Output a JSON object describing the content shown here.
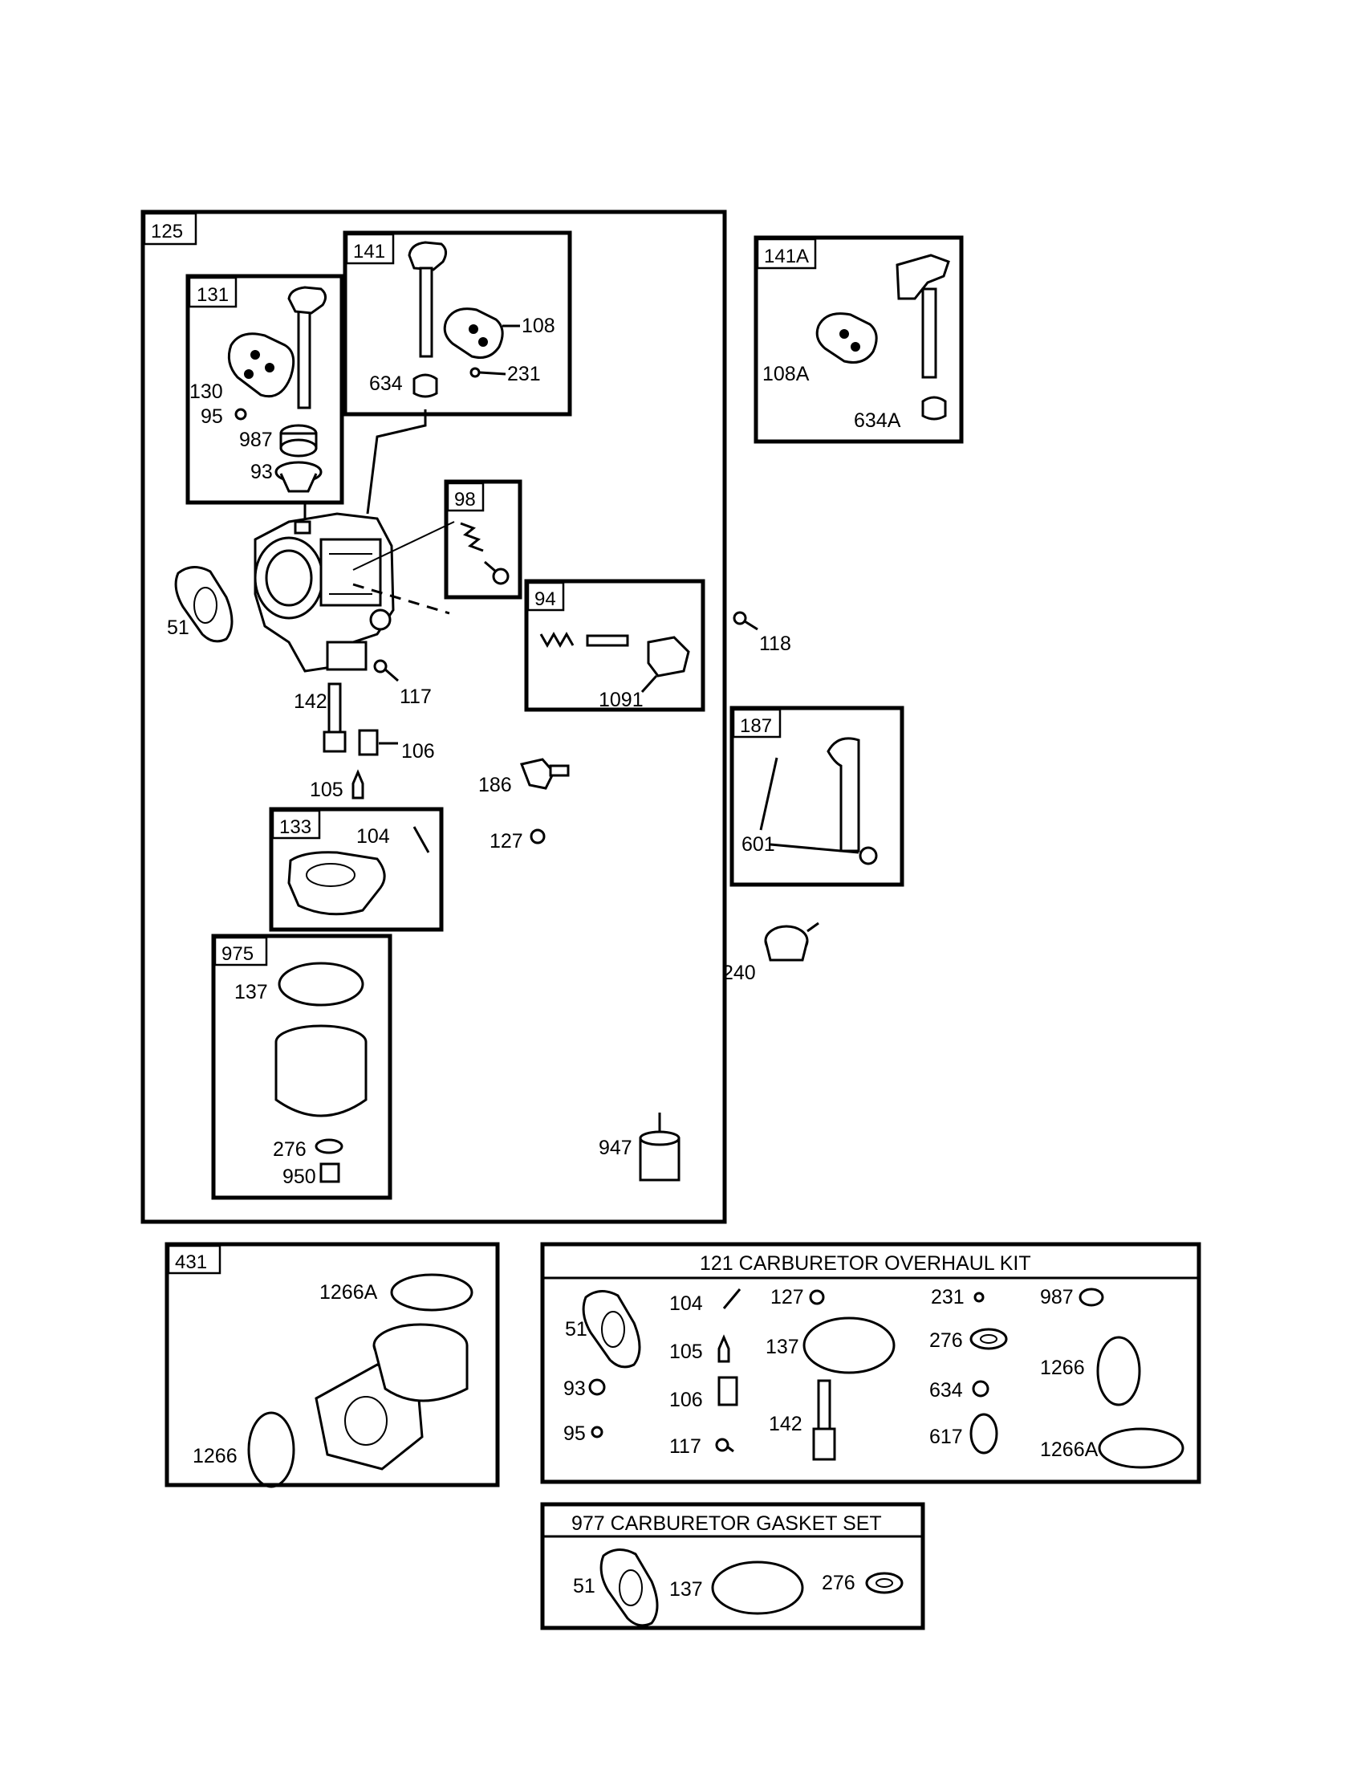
{
  "panels": {
    "main": {
      "tag": "125"
    },
    "sub131": {
      "tag": "131"
    },
    "sub141": {
      "tag": "141"
    },
    "sub141a": {
      "tag": "141A"
    },
    "sub98": {
      "tag": "98"
    },
    "sub94": {
      "tag": "94"
    },
    "sub133": {
      "tag": "133"
    },
    "sub975": {
      "tag": "975"
    },
    "sub187": {
      "tag": "187"
    },
    "sub431": {
      "tag": "431"
    },
    "kit121": {
      "title": "121 CARBURETOR OVERHAUL KIT"
    },
    "set977": {
      "title": "977 CARBURETOR GASKET SET"
    }
  },
  "labels": {
    "p108": "108",
    "p231": "231",
    "p634": "634",
    "p130": "130",
    "p95": "95",
    "p987": "987",
    "p93": "93",
    "p108a": "108A",
    "p634a": "634A",
    "p51": "51",
    "p118": "118",
    "p117": "117",
    "p1091": "1091",
    "p142": "142",
    "p106": "106",
    "p105": "105",
    "p186": "186",
    "p104": "104",
    "p127": "127",
    "p601": "601",
    "p240": "240",
    "p137": "137",
    "p276": "276",
    "p950": "950",
    "p947": "947",
    "p1266a": "1266A",
    "p1266": "1266"
  },
  "kit_items": [
    "51",
    "104",
    "105",
    "106",
    "117",
    "93",
    "95",
    "127",
    "137",
    "142",
    "231",
    "276",
    "634",
    "617",
    "987",
    "1266",
    "1266A"
  ],
  "gasket_items": [
    "51",
    "137",
    "276"
  ]
}
